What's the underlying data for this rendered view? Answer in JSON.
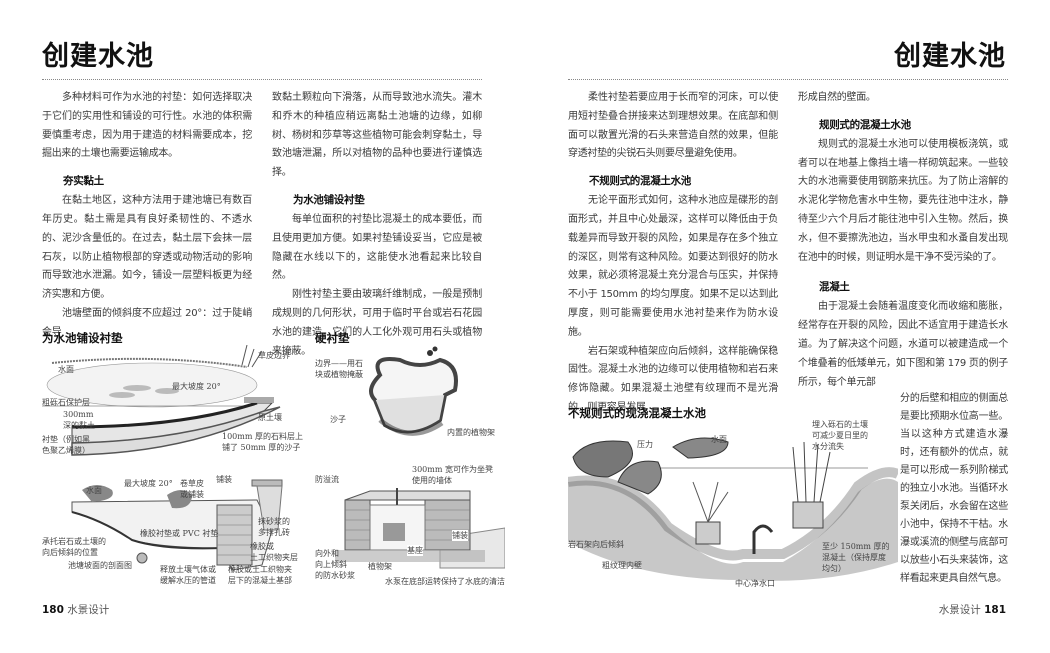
{
  "left": {
    "title": "创建水池",
    "col1": {
      "p1": "多种材料可作为水池的衬垫：如何选择取决于它们的实用性和铺设的可行性。水池的体积需要慎重考虑，因为用于建造的材料需要成本，挖掘出来的土壤也需要运输成本。",
      "h1": "夯实黏土",
      "p2": "在黏土地区，这种方法用于建池塘已有数百年历史。黏土需是具有良好柔韧性的、不透水的、泥沙含量低的。在过去，黏土层下会抹一层石灰，以防止植物根部的穿透或动物活动的影响而导致池水泄漏。如今，铺设一层塑料板更为经济实惠和方便。",
      "p3": "池塘壁面的倾斜度不应超过 20°：过于陡峭会导"
    },
    "col2": {
      "p1": "致黏土颗粒向下滑落，从而导致池水流失。灌木和乔木的种植应稍远离黏土池塘的边缘，如柳树、杨树和莎草等这些植物可能会刺穿黏土，导致池塘泄漏，所以对植物的品种也要进行谨慎选择。",
      "h1": "为水池铺设衬垫",
      "p2": "每单位面积的衬垫比混凝土的成本要低，而且使用更加方便。如果衬垫铺设妥当，它应是被隐藏在水线以下的，这能使水池看起来比较自然。",
      "p3": "刚性衬垫主要由玻璃纤维制成，一般是预制成规则的几何形状，可用于临时平台或岩石花园水池的建造，它们的人工化外观可用石头或植物来掩蔽。"
    },
    "fig1": {
      "title": "为水池铺设衬垫",
      "labels": [
        "草皮边界",
        "水面",
        "最大坡度 20°",
        "粗砾石保护层",
        "300mm",
        "深的黏土",
        "原土壤",
        "衬垫（例如黑",
        "色聚乙烯膜）",
        "100mm 厚的石料层上",
        "铺了 50mm 厚的沙子"
      ]
    },
    "fig2": {
      "labels": [
        "最大坡度 20°",
        "卷草皮",
        "或铺装",
        "铺装",
        "水面",
        "抹砂浆的",
        "多排孔砖",
        "橡胶衬垫或 PVC 衬垫",
        "承托岩石或土壤的",
        "向后倾斜的位置",
        "橡胶或",
        "土工织物夹层",
        "池塘坡面的剖面图",
        "释放土壤气体或",
        "缓解水压的管道",
        "橡胶或土工织物夹",
        "层下的混凝土基部"
      ]
    },
    "fig3": {
      "title": "硬衬垫",
      "labels": [
        "边界——用石",
        "块或植物掩蔽",
        "沙子",
        "内置的植物架"
      ]
    },
    "fig4": {
      "labels": [
        "300mm 宽可作为坐凳",
        "使用的墙体",
        "防溢流",
        "铺装",
        "基座",
        "向外和",
        "向上倾斜",
        "的防水砂浆",
        "植物架",
        "水泵在底部运转保持了水底的清洁"
      ]
    },
    "footer": {
      "page": "180",
      "section": "水景设计"
    }
  },
  "right": {
    "title": "创建水池",
    "col1": {
      "p1": "柔性衬垫若要应用于长而窄的河床，可以使用短衬垫叠合拼接来达到理想效果。在底部和侧面可以散置光滑的石头来营造自然的效果，但能穿透衬垫的尖锐石头则要尽量避免使用。",
      "h1": "不规则式的混凝土水池",
      "p2": "无论平面形式如何，这种水池应是碟形的剖面形式，并且中心处最深，这样可以降低由于负载差异而导致开裂的风险，如果是存在多个独立的深区，则常有这种风险。如要达到很好的防水效果，就必须将混凝土充分混合与压实，并保持不小于 150mm 的均匀厚度。如果不足以达到此厚度，则可能需要使用水池衬垫来作为防水设施。",
      "p3": "岩石架或种植架应向后倾斜，这样能确保稳固性。混凝土水池的边缘可以使用植物和岩石来修饰隐藏。如果混凝土池壁有纹理而不是光滑的，则更容易发展"
    },
    "col2": {
      "p0": "形成自然的壁面。",
      "h1": "规则式的混凝土水池",
      "p1": "规则式的混凝土水池可以使用模板浇筑，或者可以在地基上像挡土墙一样砌筑起来。一些较大的水池需要使用钢筋来抗压。为了防止溶解的水泥化学物危害水中生物，要先往池中注水，静待至少六个月后才能往池中引入生物。然后，换水，但不要擦洗池边，当水甲虫和水蚤自发出现在池中的时候，则证明水是干净不受污染的了。",
      "h2": "混凝土",
      "p2": "由于混凝土会随着温度变化而收缩和膨胀，经常存在开裂的风险，因此不适宜用于建造长水道。为了解决这个问题，水道可以被建造成一个个堆叠着的低矮单元，如下图和第 179 页的例子所示，每个单元部",
      "p2b": "分的后壁和相应的侧面总是要比预期水位高一些。当以这种方式建造水瀑时，还有额外的优点，就是可以形成一系列阶梯式的独立小水池。当循环水泵关闭后，水会留在这些小池中，保持不干枯。水瀑或溪流的侧壁与底部可以放些小石头来装饰，这样看起来更具自然气息。"
    },
    "fig5": {
      "title": "不规则式的现浇混凝土水池",
      "labels": [
        "压力",
        "水面",
        "埋入砾石的土壤",
        "可减少夏日里的",
        "水分流失",
        "岩石架向后倾斜",
        "粗纹理内壁",
        "中心净水口",
        "至少 150mm 厚的",
        "混凝土（保持厚度",
        "均匀）"
      ]
    },
    "footer": {
      "page": "181",
      "section": "水景设计"
    }
  }
}
